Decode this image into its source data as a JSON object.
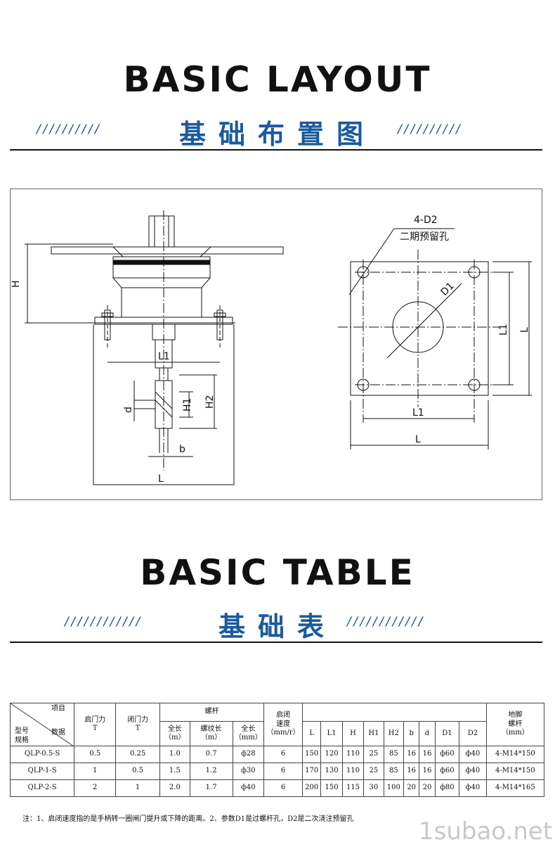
{
  "layout_section": {
    "title": "BASIC LAYOUT",
    "subtitle": "基础布置图",
    "left_slashes": "//////////",
    "right_slashes": "//////////"
  },
  "drawing": {
    "labels": {
      "H": "H",
      "L1": "L1",
      "d": "d",
      "H1": "H1",
      "H2": "H2",
      "b": "b",
      "L": "L",
      "four_d2": "4-D2",
      "reserved_hole": "二期预留孔",
      "D1": "D1"
    }
  },
  "table_section": {
    "title": "BASIC TABLE",
    "subtitle": "基础表",
    "left_slashes": "////////////",
    "right_slashes": "////////////"
  },
  "table": {
    "corner_item": "项目",
    "corner_model": "型号\n规格",
    "corner_data": "数据",
    "open_force": "启门力\nT",
    "close_force": "闭门力\nT",
    "screw": "螺杆",
    "screw_full_len": "全长\n（m）",
    "screw_thread_len": "螺纹长\n（m）",
    "screw_dia": "全长\n（mm）",
    "speed": "启闭\n速度\n（mm/r）",
    "anchor": "地脚\n螺杆\n（mm）",
    "dim_headers": [
      "L",
      "L1",
      "H",
      "H1",
      "H2",
      "b",
      "d",
      "D1",
      "D2"
    ],
    "rows": [
      [
        "QLP-0.5-S",
        "0.5",
        "0.25",
        "1.0",
        "0.7",
        "ф28",
        "6",
        "150",
        "120",
        "110",
        "25",
        "85",
        "16",
        "16",
        "ф60",
        "ф40",
        "4-M14*150"
      ],
      [
        "QLP-1-S",
        "1",
        "0.5",
        "1.5",
        "1.2",
        "ф30",
        "6",
        "170",
        "130",
        "110",
        "25",
        "85",
        "16",
        "16",
        "ф60",
        "ф40",
        "4-M14*150"
      ],
      [
        "QLP-2-S",
        "2",
        "1",
        "2.0",
        "1.7",
        "ф40",
        "6",
        "200",
        "150",
        "115",
        "30",
        "100",
        "20",
        "20",
        "ф80",
        "ф40",
        "4-M14*165"
      ]
    ]
  },
  "note": "注：1、启闭速度指的是手柄转一圈闸门提升或下降的距离。2、参数D1是过螺杆孔，D2是二次浇注预留孔",
  "watermark": "1subao.net",
  "colors": {
    "accent_blue": "#1a5a9e",
    "text": "#111111"
  }
}
